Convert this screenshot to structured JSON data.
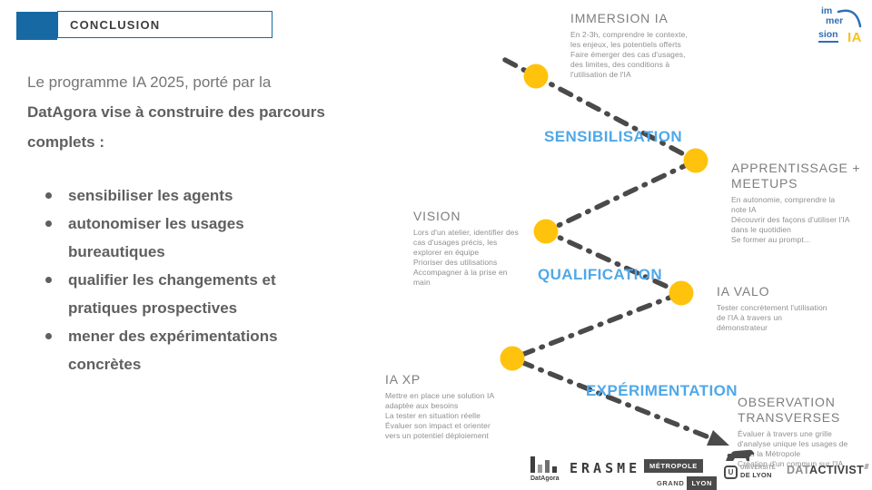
{
  "slide": {
    "title": "CONCLUSION"
  },
  "brand_logo": {
    "line1": "im",
    "line2": "mer",
    "line3": "sion",
    "ia": "IA"
  },
  "intro": {
    "lead": "Le programme IA 2025, porté par la",
    "bold1": "DatAgora vise à construire des parcours",
    "bold2": "complets :"
  },
  "bullets": [
    "sensibiliser les agents",
    "autonomiser les usages\nbureautiques",
    "qualifier les changements et\npratiques prospectives",
    "mener des expérimentations\nconcrètes"
  ],
  "journey": {
    "phases": [
      "SENSIBILISATION",
      "QUALIFICATION",
      "EXPÉRIMENTATION"
    ],
    "steps": [
      {
        "title": "IMMERSION IA",
        "desc": "En 2-3h, comprendre le contexte,\nles enjeux, les potentiels offerts\nFaire émerger des cas d'usages,\ndes limites, des conditions à\nl'utilisation de l'IA"
      },
      {
        "title": "APPRENTISSAGE +\nMEETUPS",
        "desc": "En autonomie, comprendre la\nnote IA\nDécouvrir des façons d'utiliser l'IA\ndans le quotidien\nSe former au prompt..."
      },
      {
        "title": "VISION",
        "desc": "Lors d'un atelier, identifier des\ncas d'usages précis, les\nexplorer en équipe\nPrioriser des utilisations\nAccompagner à la prise en\nmain"
      },
      {
        "title": "IA VALO",
        "desc": "Tester concrètement l'utilisation\nde l'IA à travers un\ndémonstrateur"
      },
      {
        "title": "IA XP",
        "desc": "Mettre en place une solution IA\nadaptée aux besoins\nLa tester en situation réelle\nÉvaluer son impact et orienter\nvers un potentiel déploiement"
      },
      {
        "title": "OBSERVATION\nTRANSVERSES",
        "desc": "Évaluer à travers une grille\nd'analyse unique les usages de\nl'IA à la Métropole\nCréation d'un commun sur l'IA"
      }
    ]
  },
  "footer": {
    "datagora": "DatAgora",
    "erasme": "ERASME",
    "metropole": {
      "line1": "MÉTROPOLE",
      "grand": "GRAND",
      "lyon": "LYON"
    },
    "universite": {
      "u": "U",
      "line1": "UNIVERSITÉ",
      "line2": "DE LYON"
    },
    "datactivist": {
      "part1": "DAT",
      "part2": "ACTIVIST"
    }
  },
  "colors": {
    "accent_blue": "#1669A2",
    "phase_blue": "#4FA8E8",
    "dot_yellow": "#FFC30E",
    "path_gray": "#4A4A4A",
    "logo_blue": "#2F6EB6",
    "logo_yellow": "#F6C21E"
  }
}
